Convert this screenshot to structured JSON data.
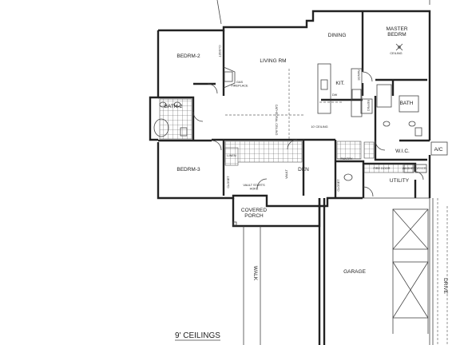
{
  "rooms": {
    "bedroom2": "BEDRM-2",
    "living": "LIVING RM",
    "dining": "DINING",
    "master": "MASTER\nBEDRM",
    "kitchen": "KIT.",
    "bath2": "BATH-2",
    "bath": "BATH",
    "bedroom3": "BEDRM-3",
    "den": "DEN",
    "pantry": "PANTRY",
    "wic": "W.I.C.",
    "utility": "UTILITY",
    "porch": "COVERED\nPORCH",
    "walk": "WALK",
    "garage": "GARAGE",
    "drive": "DRIVE",
    "ac": "A/C"
  },
  "notes": {
    "fireplace": "GAS\nFIREPLACE",
    "cathedral": "CATHEDRAL CEILING",
    "ceiling10": "10' CEILING",
    "vault_hoke": "VAULT STARTS\nHOKE",
    "vault": "VAULT",
    "closet": "CLOSET",
    "linen": "LINEN",
    "refrig": "REFRIG",
    "range": "RANGE",
    "dw": "DW",
    "washer": "WASHER",
    "dryer": "DRYER",
    "fire_door": "FIRE DOOR",
    "ceiling_fan": "CEILING"
  },
  "footer": {
    "ceilings": "9' CEILINGS"
  }
}
